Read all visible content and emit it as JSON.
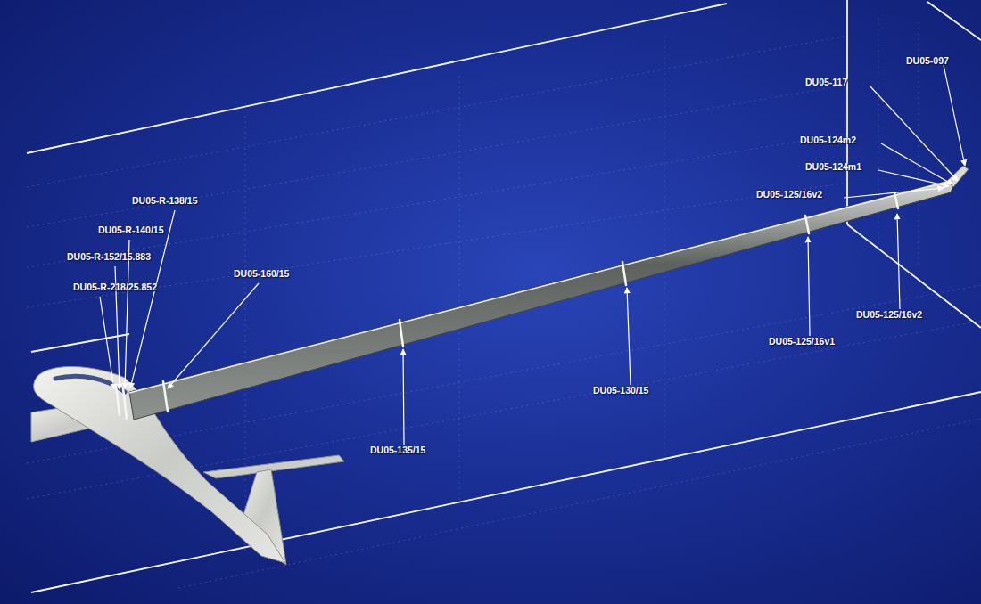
{
  "diagram": {
    "labels": [
      "DU05-097",
      "DU05-117",
      "DU05-124m2",
      "DU05-124m1",
      "DU05-125/16v2",
      "DU05-R-138/15",
      "DU05-R-140/15",
      "DU05-R-152/15.883",
      "DU05-R-218/25.852",
      "DU05-160/15",
      "DU05-135/15",
      "DU05-130/15",
      "DU05-125/16v1",
      "DU05-125/16v2"
    ]
  }
}
